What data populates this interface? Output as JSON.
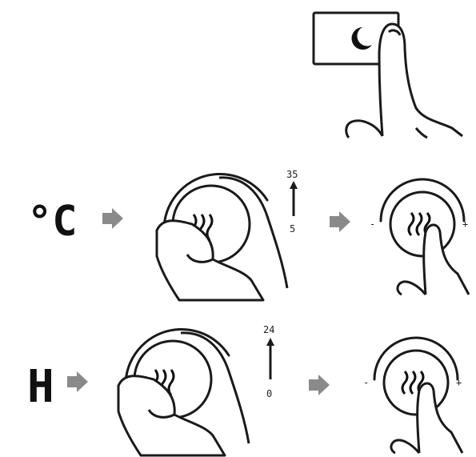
{
  "step1": {
    "icon": "moon-star-icon",
    "action": "press"
  },
  "step2": {
    "display": "°C",
    "knob_icon": "heat-waves-icon",
    "scale_max": "35",
    "scale_min": "5"
  },
  "step3": {
    "display": "H",
    "knob_icon": "heat-waves-icon",
    "scale_max": "24",
    "scale_min": "0"
  },
  "colors": {
    "line": "#1a1a1a",
    "arrow": "#8a8a8a"
  }
}
